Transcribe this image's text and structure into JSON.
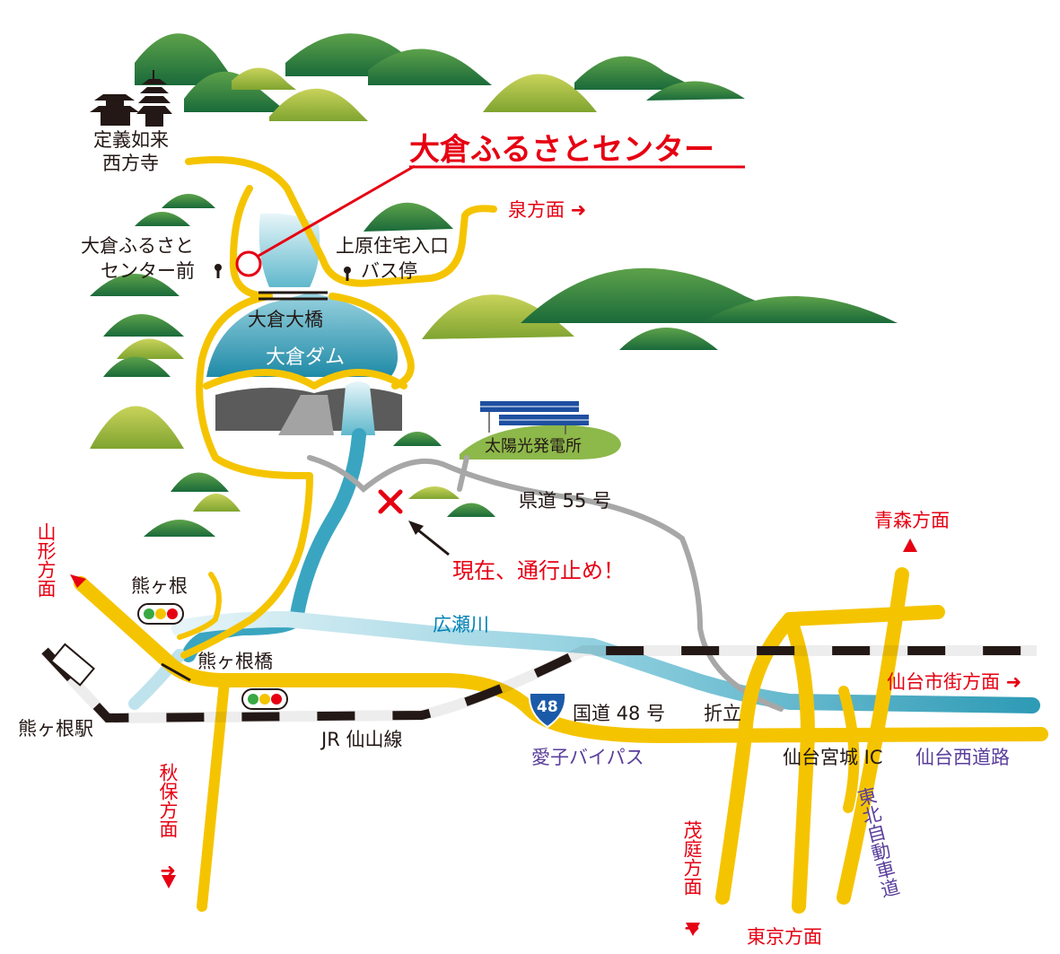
{
  "title": "大倉ふるさとセンター",
  "temple": {
    "line1": "定義如来",
    "line2": "西方寺"
  },
  "bus_stop_center": {
    "line1": "大倉ふるさと",
    "line2": "センター前"
  },
  "bus_stop_uehara": {
    "line1": "上原住宅入口",
    "line2": "バス停"
  },
  "ookura_bridge": "大倉大橋",
  "ookura_dam": "大倉ダム",
  "solar_plant": "太陽光発電所",
  "prefectural_road": "県道 55 号",
  "road_closed": "現在、通行止め！",
  "river": "広瀬川",
  "kumagane": "熊ヶ根",
  "kumagane_bridge": "熊ヶ根橋",
  "kumagane_station": "熊ヶ根駅",
  "jr_line": "JR 仙山線",
  "route48_shield": "48",
  "national_road": "国道 48 号",
  "orizate": "折立",
  "aiko_bypass": "愛子バイパス",
  "sendai_miyagi_ic": "仙台宮城 IC",
  "sendai_seidoro": "仙台西道路",
  "tohoku_expressway": "東北自動車道",
  "directions": {
    "izumi": "泉方面 ➜",
    "yamagata": "山形方面",
    "aomori": "青森方面",
    "sendai_city": "仙台市街方面 ➜",
    "akiu": "秋保方面 ➜",
    "moniwa": "茂庭方面 ➜",
    "tokyo": "東京方面"
  },
  "colors": {
    "road_yellow": "#f5c400",
    "expressway_gold": "#f5c400",
    "mountain_dark": "#1e6f3e",
    "mountain_light": "#b7c737",
    "dam_blue": "#2e9cb5",
    "river_blue": "#3aa5c0",
    "rail_black": "#231815",
    "pref_road_gray": "#a7a7a7",
    "accent_red": "#e60012",
    "label_purple": "#5a3e9b",
    "label_blue": "#0082b4"
  },
  "icons": [
    "temple-icon",
    "pagoda-icon",
    "bus-stop-icon",
    "traffic-light-icon",
    "solar-panel-icon",
    "route-shield-icon",
    "closed-x-icon",
    "arrow-icon"
  ]
}
